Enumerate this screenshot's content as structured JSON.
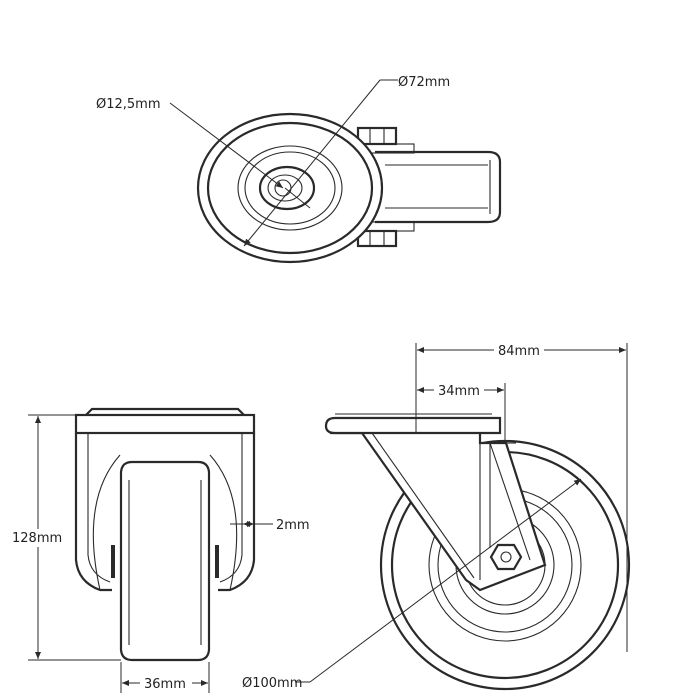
{
  "dimensions": {
    "bore_diameter": "Ø12,5mm",
    "wheel_hub_diameter": "Ø72mm",
    "overall_width": "84mm",
    "offset": "34mm",
    "overall_height": "128mm",
    "gap": "2mm",
    "wheel_width": "36mm",
    "wheel_diameter": "Ø100mm"
  },
  "colors": {
    "line": "#2a2a2a",
    "background": "#ffffff"
  }
}
